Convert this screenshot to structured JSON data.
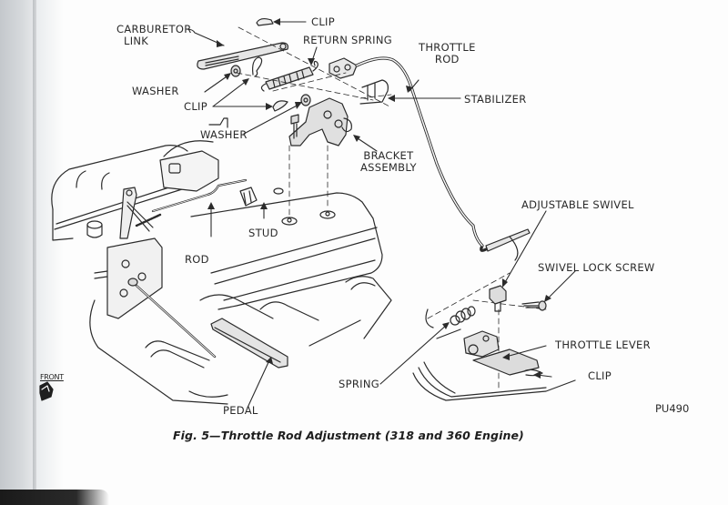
{
  "figure": {
    "caption": "Fig. 5—Throttle Rod Adjustment (318 and 360 Engine)",
    "figure_id": "PU490",
    "orientation_label": "FRONT",
    "orientation_icon": "front-arrow-icon"
  },
  "labels": {
    "carburetor_link": [
      "CARBURETOR",
      "LINK"
    ],
    "clip_top": "CLIP",
    "return_spring": "RETURN SPRING",
    "throttle_rod": [
      "THROTTLE",
      "ROD"
    ],
    "stabilizer": "STABILIZER",
    "washer_upper": "WASHER",
    "clip_mid": "CLIP",
    "washer_lower": "WASHER",
    "bracket_assembly": [
      "BRACKET",
      "ASSEMBLY"
    ],
    "stud": "STUD",
    "rod": "ROD",
    "adjustable_swivel": "ADJUSTABLE SWIVEL",
    "swivel_lock_screw": "SWIVEL LOCK SCREW",
    "throttle_lever": "THROTTLE LEVER",
    "spring": "SPRING",
    "clip_bottom": "CLIP",
    "pedal": "PEDAL"
  },
  "colors": {
    "ink": "#2a2a2a",
    "paper": "#fdfdfd",
    "gutter": "#c4c8cc"
  }
}
